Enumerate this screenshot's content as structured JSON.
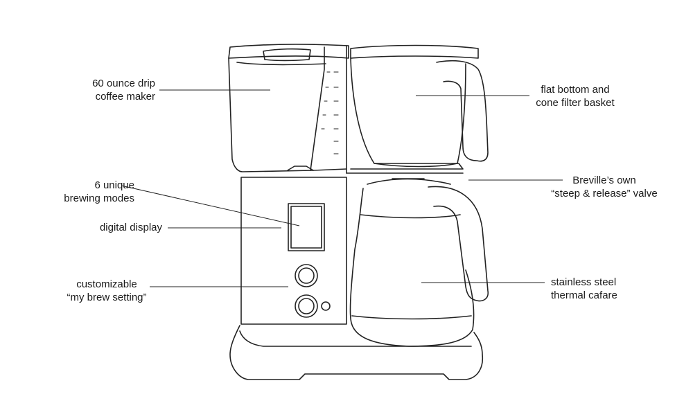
{
  "callouts": {
    "drip_maker": {
      "line1": "60 ounce drip",
      "line2": "coffee maker"
    },
    "brewing_modes": {
      "line1": "6 unique",
      "line2": "brewing modes"
    },
    "digital_display": {
      "line1": "digital display"
    },
    "brew_setting": {
      "line1": "customizable",
      "line2": "“my brew setting”"
    },
    "filter_basket": {
      "line1": "flat bottom and",
      "line2": "cone filter basket"
    },
    "valve": {
      "line1": "Breville’s own",
      "line2": "“steep & release” valve"
    },
    "carafe": {
      "line1": "stainless steel",
      "line2": "thermal cafare"
    }
  }
}
